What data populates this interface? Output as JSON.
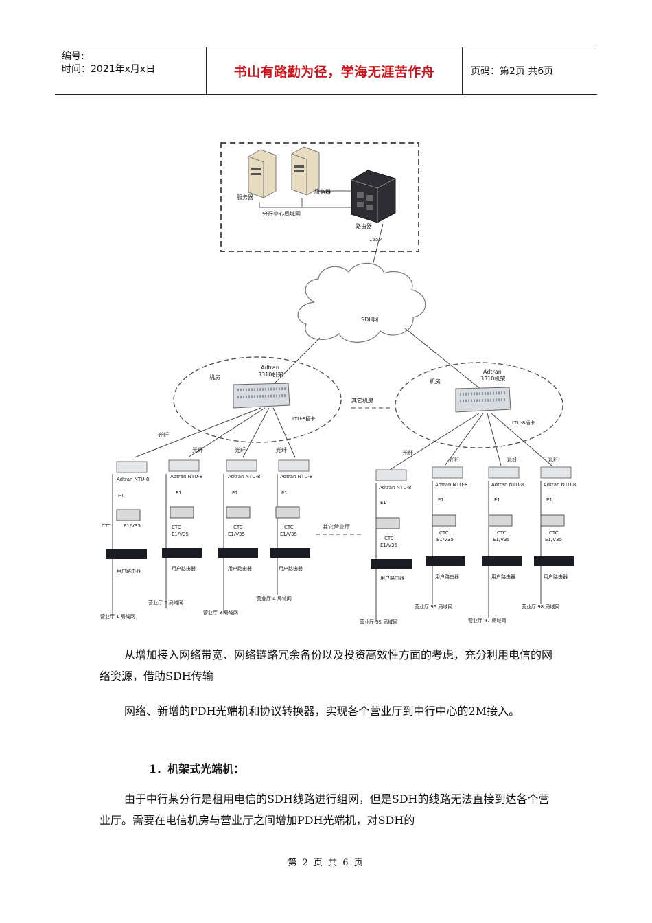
{
  "header": {
    "number_label": "编号:",
    "time_label": "时间：2021年x月x日",
    "motto": "书山有路勤为径，学海无涯苦作舟",
    "page_info": "页码：第2页 共6页"
  },
  "diagram": {
    "center": {
      "server1": "服务器",
      "server2": "服务器",
      "lan": "分行中心局域网",
      "router": "路由器",
      "link": "155M"
    },
    "cloud": "SDH网",
    "room_left": {
      "name": "机房",
      "rack": "Adtran",
      "rack2": "3310机架",
      "card": "LTU-8插卡"
    },
    "room_right": {
      "name": "机房",
      "rack": "Adtran",
      "rack2": "3310机架",
      "card": "LTU-8插卡"
    },
    "other_rooms": "其它机房",
    "other_halls": "其它营业厅",
    "fiber": "光纤",
    "ntu": "Adtran NTU-8",
    "e1": "E1",
    "ctc": "CTC",
    "ctc2": "E1/V35",
    "user_router": "用户路由器",
    "branches": [
      "营业厅 1 局域网",
      "营业厅 2 局域网",
      "营业厅 3 局域网",
      "营业厅 4 局域网",
      "营业厅 95 局域网",
      "营业厅 96 局域网",
      "营业厅 97 局域网",
      "营业厅 98 局域网"
    ],
    "overlap_label": "营业厅 4 局域网"
  },
  "body": {
    "p1": "从增加接入网络带宽、网络链路冗余备份以及投资高效性方面的考虑，充分利用电信的网络资源，借助SDH传输",
    "p2": "网络、新增的PDH光端机和协议转换器，实现各个营业厅到中行中心的2M接入。",
    "heading": "1．机架式光端机：",
    "p3": "由于中行某分行是租用电信的SDH线路进行组网，但是SDH的线路无法直接到达各个营业厅。需要在电信机房与营业厅之间增加PDH光端机，对SDH的"
  },
  "footer": {
    "page": "第 2 页 共 6 页"
  }
}
